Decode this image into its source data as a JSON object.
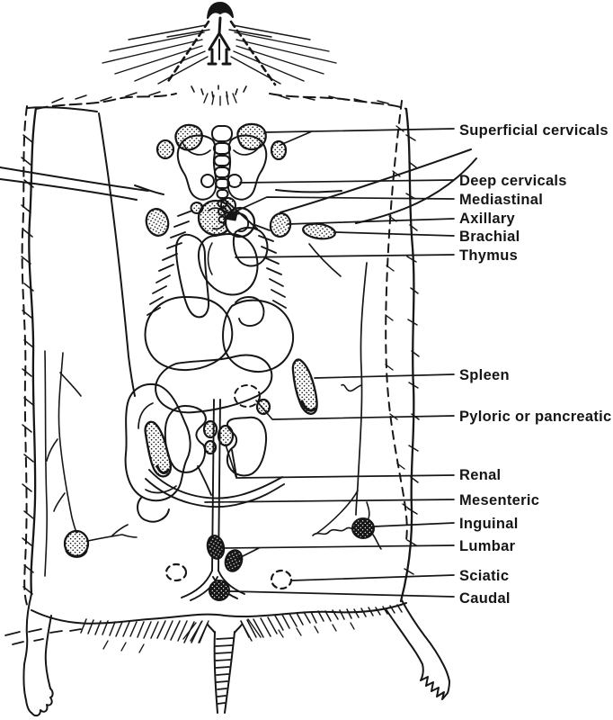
{
  "figure": {
    "kind": "anatomical-line-drawing",
    "subject": "Rodent dissection, ventral view, showing lymph node locations",
    "colors": {
      "ink": "#161616",
      "paper": "#ffffff"
    }
  },
  "labels": [
    {
      "id": "superficial-cervicals",
      "text": "Superficial cervicals"
    },
    {
      "id": "deep-cervicals",
      "text": "Deep cervicals"
    },
    {
      "id": "mediastinal",
      "text": "Mediastinal"
    },
    {
      "id": "axillary",
      "text": "Axillary"
    },
    {
      "id": "brachial",
      "text": "Brachial"
    },
    {
      "id": "thymus",
      "text": "Thymus"
    },
    {
      "id": "spleen",
      "text": "Spleen"
    },
    {
      "id": "pyloric-or-pancreatic",
      "text": "Pyloric or pancreatic"
    },
    {
      "id": "renal",
      "text": "Renal"
    },
    {
      "id": "mesenteric",
      "text": "Mesenteric"
    },
    {
      "id": "inguinal",
      "text": "Inguinal"
    },
    {
      "id": "lumbar",
      "text": "Lumbar"
    },
    {
      "id": "sciatic",
      "text": "Sciatic"
    },
    {
      "id": "caudal",
      "text": "Caudal"
    }
  ]
}
